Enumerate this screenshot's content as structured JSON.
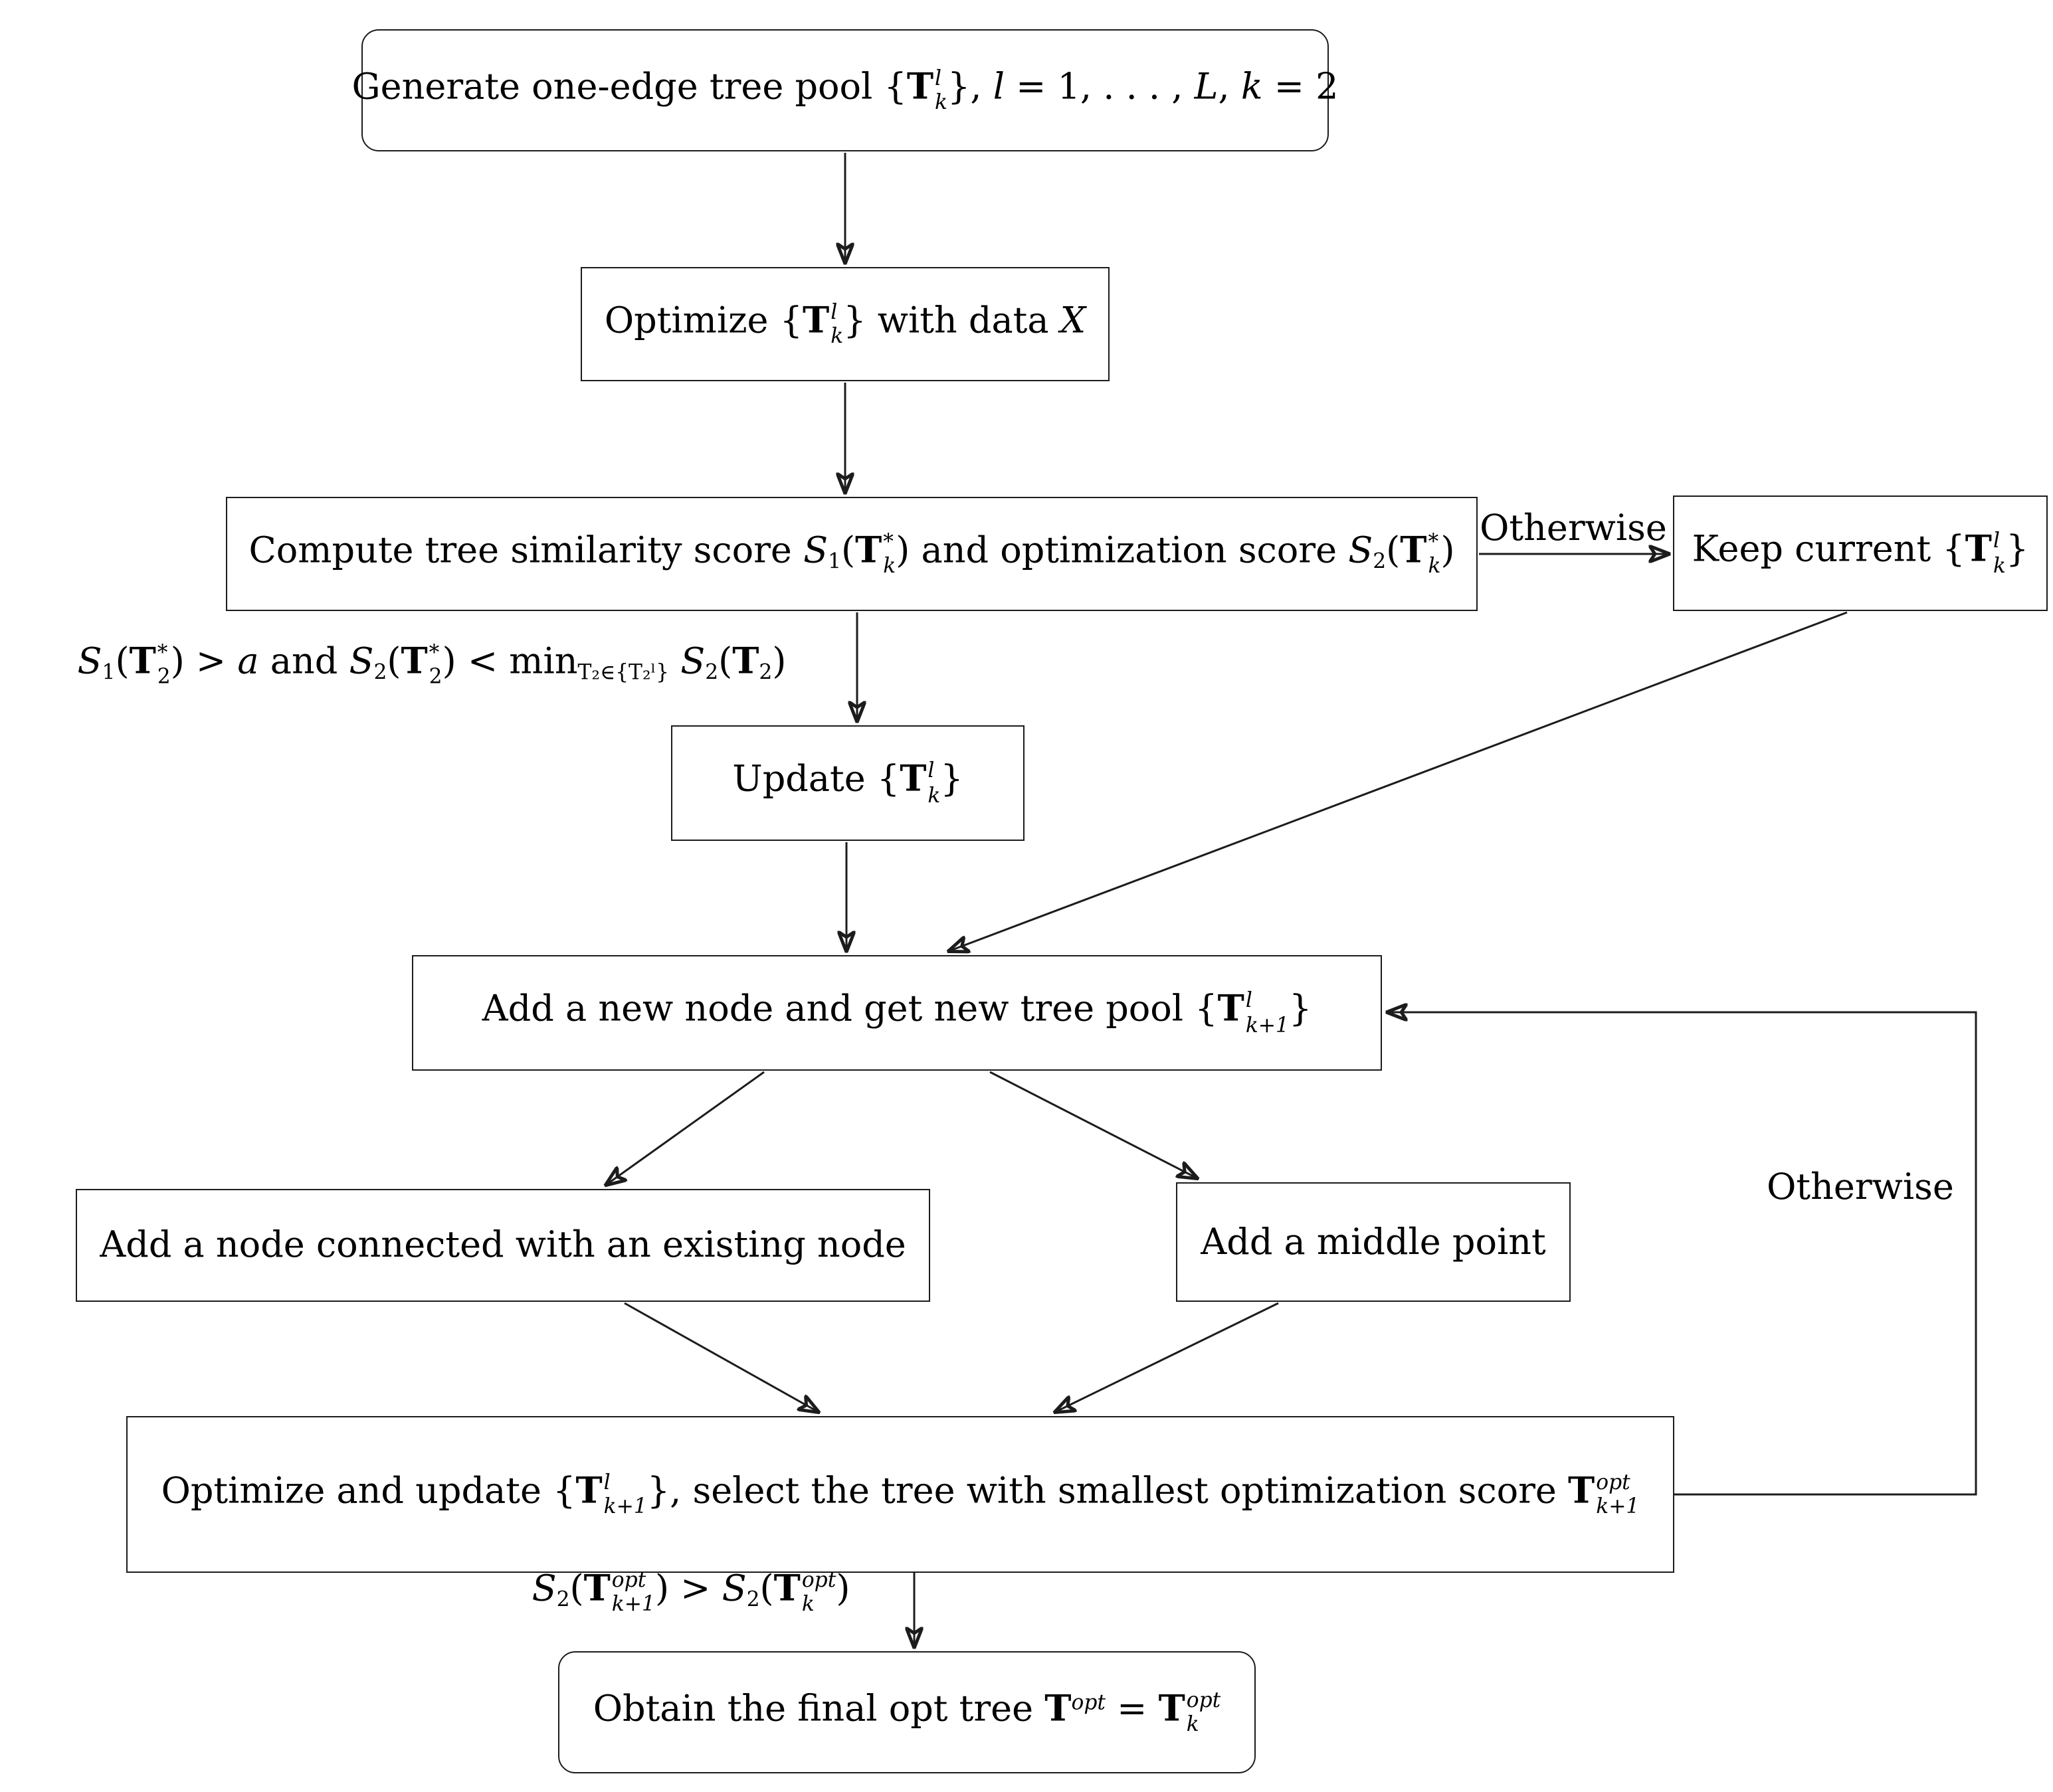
{
  "diagram": {
    "colors": {
      "line": "#1c1c1c",
      "text": "#000000",
      "box_background": "#ffffff"
    },
    "nodes": {
      "generate": {
        "shape": "rounded",
        "segments": [
          {
            "t": "Generate one-edge tree pool {"
          },
          {
            "t": "T",
            "st": "bf",
            "sup": "l",
            "sub": "k"
          },
          {
            "t": "}, "
          },
          {
            "t": "l",
            "st": "it"
          },
          {
            "t": " = 1, . . . , "
          },
          {
            "t": "L",
            "st": "it"
          },
          {
            "t": ", "
          },
          {
            "t": "k",
            "st": "it"
          },
          {
            "t": " = 2"
          }
        ]
      },
      "optimize": {
        "shape": "rect",
        "segments": [
          {
            "t": "Optimize {"
          },
          {
            "t": "T",
            "st": "bf",
            "sup": "l",
            "sub": "k"
          },
          {
            "t": "} with data "
          },
          {
            "t": "X",
            "st": "it"
          }
        ]
      },
      "compute": {
        "shape": "rect",
        "segments": [
          {
            "t": "Compute tree similarity score "
          },
          {
            "t": "S",
            "st": "it",
            "sub": "1",
            "subst": "rm"
          },
          {
            "t": "("
          },
          {
            "t": "T",
            "st": "bf",
            "sup": "*",
            "sub": "k",
            "supst": "rm"
          },
          {
            "t": ") and optimization score "
          },
          {
            "t": "S",
            "st": "it",
            "sub": "2",
            "subst": "rm"
          },
          {
            "t": "("
          },
          {
            "t": "T",
            "st": "bf",
            "sup": "*",
            "sub": "k",
            "supst": "rm"
          },
          {
            "t": ")"
          }
        ]
      },
      "keep_current": {
        "shape": "rect",
        "segments": [
          {
            "t": "Keep current {"
          },
          {
            "t": "T",
            "st": "bf",
            "sup": "l",
            "sub": "k"
          },
          {
            "t": "}"
          }
        ]
      },
      "update_pool": {
        "shape": "rect",
        "segments": [
          {
            "t": "Update {"
          },
          {
            "t": "T",
            "st": "bf",
            "sup": "l",
            "sub": "k"
          },
          {
            "t": "}"
          }
        ]
      },
      "add_new_node": {
        "shape": "rect",
        "segments": [
          {
            "t": "Add a new node and get new tree pool {"
          },
          {
            "t": "T",
            "st": "bf",
            "sup": "l",
            "sub": "k+1"
          },
          {
            "t": "}"
          }
        ]
      },
      "add_existing": {
        "shape": "rect",
        "segments": [
          {
            "t": "Add a node connected with an existing node"
          }
        ]
      },
      "add_middle": {
        "shape": "rect",
        "segments": [
          {
            "t": "Add a middle point"
          }
        ]
      },
      "optimize_select": {
        "shape": "rect",
        "segments": [
          {
            "t": "Optimize and update {"
          },
          {
            "t": "T",
            "st": "bf",
            "sup": "l",
            "sub": "k+1"
          },
          {
            "t": "}, select the tree with smallest optimization score "
          },
          {
            "t": "T",
            "st": "bf",
            "sup": "opt",
            "sub": "k+1"
          }
        ]
      },
      "final_tree": {
        "shape": "rounded",
        "segments": [
          {
            "t": "Obtain the final opt tree "
          },
          {
            "t": "T",
            "st": "bf",
            "sup": "opt"
          },
          {
            "t": " = "
          },
          {
            "t": "T",
            "st": "bf",
            "sup": "opt",
            "sub": "k"
          }
        ]
      }
    },
    "labels": {
      "otherwise_top": "Otherwise",
      "otherwise_loop": "Otherwise",
      "cond_update": [
        {
          "t": "S",
          "st": "it",
          "sub": "1",
          "subst": "rm"
        },
        {
          "t": "("
        },
        {
          "t": "T",
          "st": "bf",
          "sup": "*",
          "sub": "2",
          "supst": "rm",
          "subst": "rm"
        },
        {
          "t": ") > "
        },
        {
          "t": "a",
          "st": "it"
        },
        {
          "t": " and "
        },
        {
          "t": "S",
          "st": "it",
          "sub": "2",
          "subst": "rm"
        },
        {
          "t": "("
        },
        {
          "t": "T",
          "st": "bf",
          "sup": "*",
          "sub": "2",
          "supst": "rm",
          "subst": "rm"
        },
        {
          "t": ") < min",
          "sub": "T₂∈{T₂ˡ}",
          "subst": "rm"
        },
        {
          "t": " "
        },
        {
          "t": "S",
          "st": "it",
          "sub": "2",
          "subst": "rm"
        },
        {
          "t": "("
        },
        {
          "t": "T",
          "st": "bf",
          "sub": "2",
          "subst": "rm"
        },
        {
          "t": ")"
        }
      ],
      "cond_final": [
        {
          "t": "S",
          "st": "it",
          "sub": "2",
          "subst": "rm"
        },
        {
          "t": "("
        },
        {
          "t": "T",
          "st": "bf",
          "sup": "opt",
          "sub": "k+1"
        },
        {
          "t": ") > "
        },
        {
          "t": "S",
          "st": "it",
          "sub": "2",
          "subst": "rm"
        },
        {
          "t": "("
        },
        {
          "t": "T",
          "st": "bf",
          "sup": "opt",
          "sub": "k"
        },
        {
          "t": ")"
        }
      ]
    }
  }
}
